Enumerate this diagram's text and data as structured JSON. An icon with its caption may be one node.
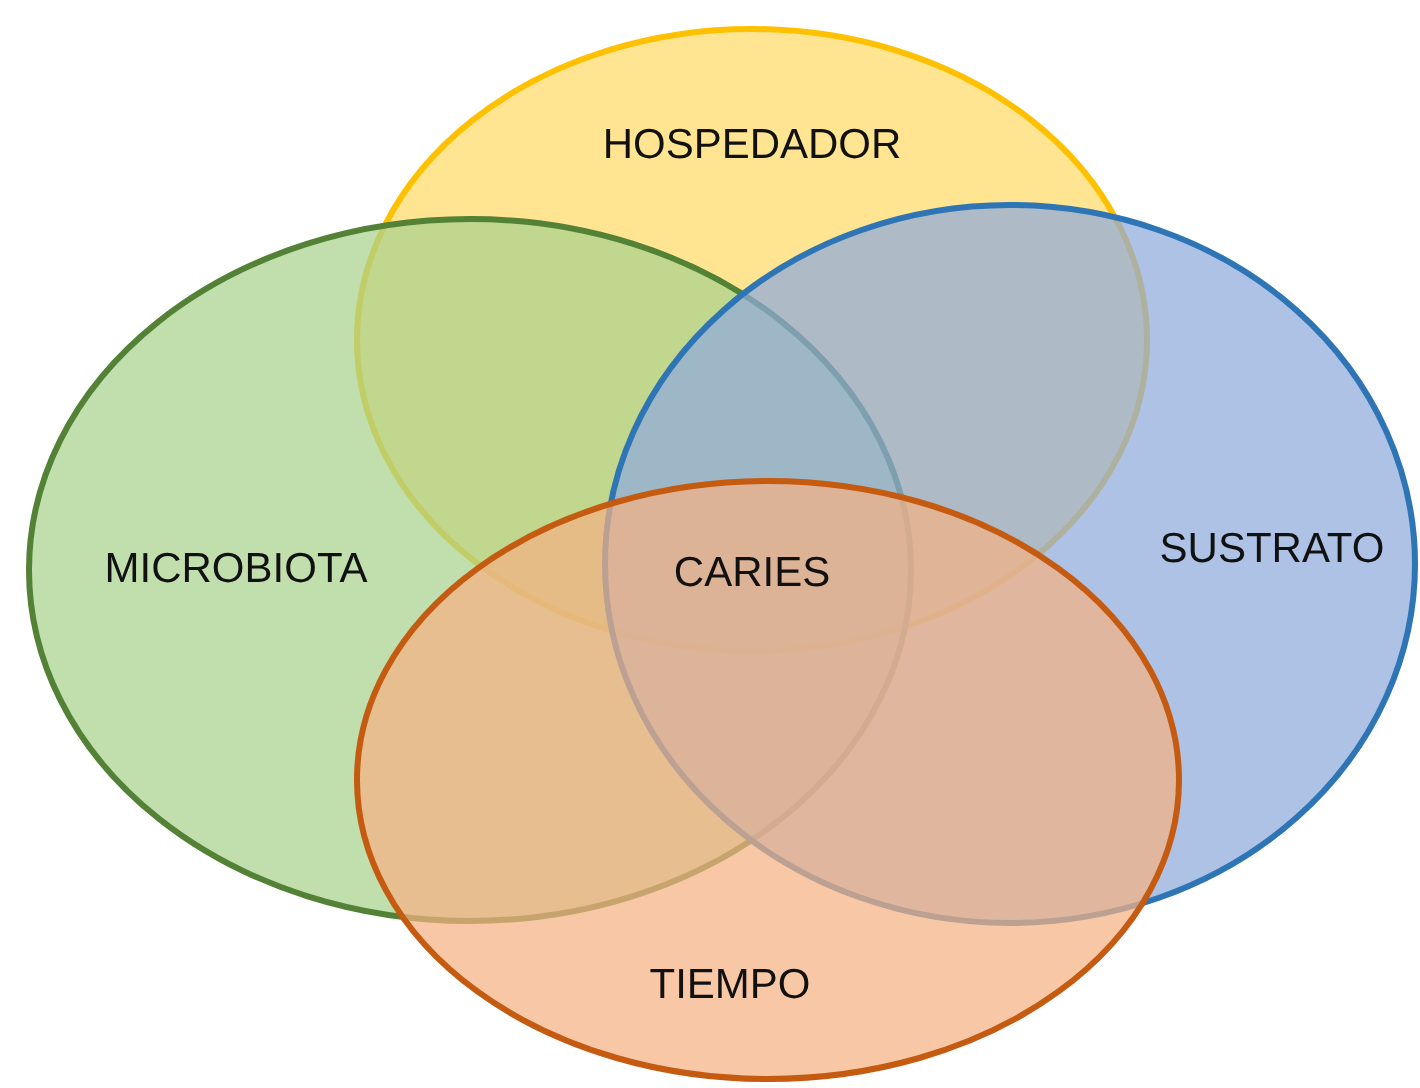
{
  "diagram": {
    "nodes": [
      {
        "text": [
          "HOSPEDADOR"
        ]
      },
      {
        "text": [
          "MICROBIOTA"
        ]
      },
      {
        "text": [
          "SUSTRATO"
        ]
      },
      {
        "text": [
          "TIEMPO"
        ]
      }
    ],
    "labels": [
      "CARIES"
    ]
  }
}
